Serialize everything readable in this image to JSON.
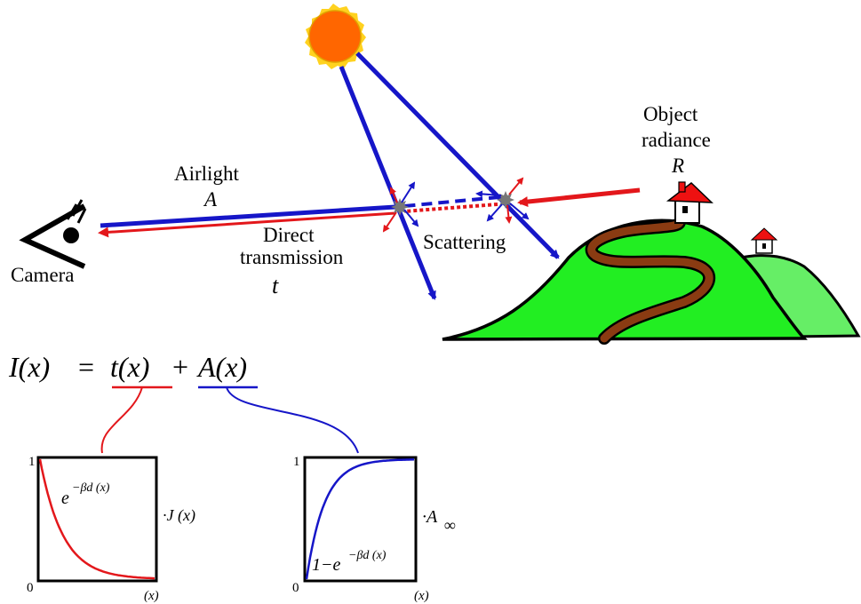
{
  "labels": {
    "airlight": "Airlight",
    "airlight_symbol": "A",
    "object_radiance": "Object",
    "object_radiance_2": "radiance",
    "object_radiance_symbol": "R",
    "direct": "Direct",
    "transmission": "transmission",
    "transmission_symbol": "t",
    "scattering": "Scattering",
    "camera": "Camera"
  },
  "equation": {
    "lhs": "I(x)",
    "equals": "=",
    "term1": "t(x)",
    "plus": "+",
    "term2": "A(x)"
  },
  "plots": {
    "transmission": {
      "y_top": "1",
      "y_bottom": "0",
      "x_label": "(x)",
      "curve_label_base": "e",
      "curve_label_exp": "−βd (x)",
      "multiplier": "·J  (x)"
    },
    "airlight": {
      "y_top": "1",
      "y_bottom": "0",
      "x_label": "(x)",
      "curve_label_prefix": "1−e",
      "curve_label_exp": "−βd (x)",
      "multiplier": "·A",
      "multiplier_sub": "∞"
    }
  },
  "colors": {
    "transmission_red": "#e3171b",
    "airlight_blue": "#1616c8",
    "sun_fill": "#ff6600",
    "sun_rim": "#ffd21f",
    "hill_green": "#22ee22",
    "hill_back_green": "#66ee66",
    "road_brown": "#8a3b12",
    "roof_red": "#ee1111",
    "scatter_gray": "#777777"
  }
}
